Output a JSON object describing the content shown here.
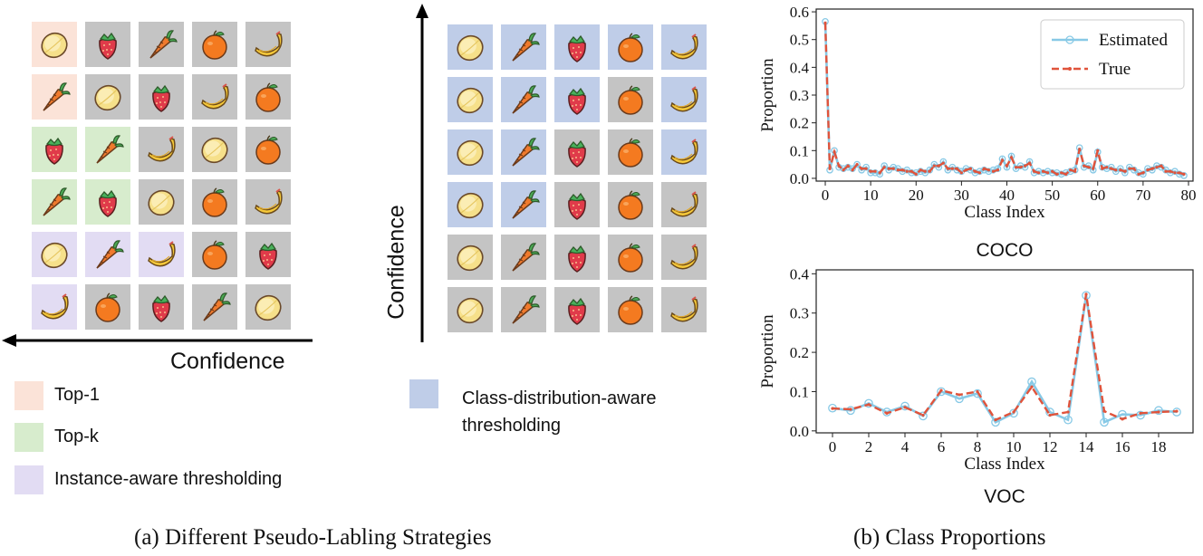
{
  "colors": {
    "gray": "#c4c4c4",
    "top1": "#fbe3d8",
    "topk": "#d7eccd",
    "instance": "#e2dcf3",
    "class_aware": "#bfcde8",
    "estimated": "#87c9e6",
    "true_line": "#e0533b"
  },
  "left_grid": {
    "rows": [
      [
        {
          "f": "lemon",
          "c": "top1"
        },
        {
          "f": "strawberry",
          "c": "gray"
        },
        {
          "f": "carrot",
          "c": "gray"
        },
        {
          "f": "orange",
          "c": "gray"
        },
        {
          "f": "banana",
          "c": "gray"
        }
      ],
      [
        {
          "f": "carrot",
          "c": "top1"
        },
        {
          "f": "lemon",
          "c": "gray"
        },
        {
          "f": "strawberry",
          "c": "gray"
        },
        {
          "f": "banana",
          "c": "gray"
        },
        {
          "f": "orange",
          "c": "gray"
        }
      ],
      [
        {
          "f": "strawberry",
          "c": "topk"
        },
        {
          "f": "carrot",
          "c": "topk"
        },
        {
          "f": "banana",
          "c": "gray"
        },
        {
          "f": "lemon",
          "c": "gray"
        },
        {
          "f": "orange",
          "c": "gray"
        }
      ],
      [
        {
          "f": "carrot",
          "c": "topk"
        },
        {
          "f": "strawberry",
          "c": "topk"
        },
        {
          "f": "lemon",
          "c": "gray"
        },
        {
          "f": "orange",
          "c": "gray"
        },
        {
          "f": "banana",
          "c": "gray"
        }
      ],
      [
        {
          "f": "lemon",
          "c": "instance"
        },
        {
          "f": "carrot",
          "c": "instance"
        },
        {
          "f": "banana",
          "c": "instance"
        },
        {
          "f": "orange",
          "c": "gray"
        },
        {
          "f": "strawberry",
          "c": "gray"
        }
      ],
      [
        {
          "f": "banana",
          "c": "instance"
        },
        {
          "f": "orange",
          "c": "gray"
        },
        {
          "f": "strawberry",
          "c": "gray"
        },
        {
          "f": "carrot",
          "c": "gray"
        },
        {
          "f": "lemon",
          "c": "gray"
        }
      ]
    ],
    "axis_label": "Confidence"
  },
  "right_grid": {
    "rows": [
      [
        {
          "f": "lemon",
          "c": "class_aware"
        },
        {
          "f": "carrot",
          "c": "class_aware"
        },
        {
          "f": "strawberry",
          "c": "class_aware"
        },
        {
          "f": "orange",
          "c": "class_aware"
        },
        {
          "f": "banana",
          "c": "class_aware"
        }
      ],
      [
        {
          "f": "lemon",
          "c": "class_aware"
        },
        {
          "f": "carrot",
          "c": "class_aware"
        },
        {
          "f": "strawberry",
          "c": "class_aware"
        },
        {
          "f": "orange",
          "c": "gray"
        },
        {
          "f": "banana",
          "c": "class_aware"
        }
      ],
      [
        {
          "f": "lemon",
          "c": "class_aware"
        },
        {
          "f": "carrot",
          "c": "class_aware"
        },
        {
          "f": "strawberry",
          "c": "gray"
        },
        {
          "f": "orange",
          "c": "gray"
        },
        {
          "f": "banana",
          "c": "class_aware"
        }
      ],
      [
        {
          "f": "lemon",
          "c": "class_aware"
        },
        {
          "f": "carrot",
          "c": "class_aware"
        },
        {
          "f": "strawberry",
          "c": "gray"
        },
        {
          "f": "orange",
          "c": "gray"
        },
        {
          "f": "banana",
          "c": "gray"
        }
      ],
      [
        {
          "f": "lemon",
          "c": "gray"
        },
        {
          "f": "carrot",
          "c": "gray"
        },
        {
          "f": "strawberry",
          "c": "gray"
        },
        {
          "f": "orange",
          "c": "gray"
        },
        {
          "f": "banana",
          "c": "gray"
        }
      ],
      [
        {
          "f": "lemon",
          "c": "gray"
        },
        {
          "f": "carrot",
          "c": "gray"
        },
        {
          "f": "strawberry",
          "c": "gray"
        },
        {
          "f": "orange",
          "c": "gray"
        },
        {
          "f": "banana",
          "c": "gray"
        }
      ]
    ],
    "axis_label": "Confidence"
  },
  "legend": {
    "top1": "Top-1",
    "topk": "Top-k",
    "instance": "Instance-aware thresholding",
    "class_aware_line1": "Class-distribution-aware",
    "class_aware_line2": "thresholding"
  },
  "captions": {
    "a": "(a)  Different Pseudo-Labling Strategies",
    "b": "(b)  Class Proportions"
  },
  "chart_data": [
    {
      "type": "line",
      "title": "COCO",
      "xlabel": "Class Index",
      "ylabel": "Proportion",
      "xlim": [
        -2,
        81
      ],
      "ylim": [
        -0.01,
        0.61
      ],
      "xticks": [
        0,
        10,
        20,
        30,
        40,
        50,
        60,
        70,
        80
      ],
      "yticks": [
        0.0,
        0.1,
        0.2,
        0.3,
        0.4,
        0.5,
        0.6
      ],
      "ytick_labels": [
        "0.0",
        "0.1",
        "0.2",
        "0.3",
        "0.4",
        "0.5",
        "0.6"
      ],
      "legend_position": "top-right",
      "x": [
        0,
        1,
        2,
        3,
        4,
        5,
        6,
        7,
        8,
        9,
        10,
        11,
        12,
        13,
        14,
        15,
        16,
        17,
        18,
        19,
        20,
        21,
        22,
        23,
        24,
        25,
        26,
        27,
        28,
        29,
        30,
        31,
        32,
        33,
        34,
        35,
        36,
        37,
        38,
        39,
        40,
        41,
        42,
        43,
        44,
        45,
        46,
        47,
        48,
        49,
        50,
        51,
        52,
        53,
        54,
        55,
        56,
        57,
        58,
        59,
        60,
        61,
        62,
        63,
        64,
        65,
        66,
        67,
        68,
        69,
        70,
        71,
        72,
        73,
        74,
        75,
        76,
        77,
        78,
        79
      ],
      "series": [
        {
          "name": "Estimated",
          "values": [
            0.565,
            0.03,
            0.1,
            0.04,
            0.035,
            0.04,
            0.035,
            0.05,
            0.03,
            0.04,
            0.02,
            0.02,
            0.015,
            0.045,
            0.03,
            0.04,
            0.035,
            0.025,
            0.03,
            0.02,
            0.02,
            0.025,
            0.02,
            0.03,
            0.05,
            0.04,
            0.06,
            0.03,
            0.04,
            0.03,
            0.025,
            0.035,
            0.03,
            0.02,
            0.025,
            0.03,
            0.025,
            0.03,
            0.035,
            0.07,
            0.04,
            0.08,
            0.035,
            0.045,
            0.04,
            0.06,
            0.02,
            0.025,
            0.02,
            0.025,
            0.02,
            0.02,
            0.015,
            0.02,
            0.025,
            0.03,
            0.11,
            0.04,
            0.045,
            0.03,
            0.095,
            0.04,
            0.035,
            0.04,
            0.025,
            0.035,
            0.02,
            0.04,
            0.03,
            0.02,
            0.015,
            0.035,
            0.03,
            0.045,
            0.04,
            0.03,
            0.02,
            0.025,
            0.015,
            0.01
          ]
        },
        {
          "name": "True",
          "values": [
            0.56,
            0.035,
            0.095,
            0.045,
            0.03,
            0.045,
            0.03,
            0.05,
            0.035,
            0.035,
            0.025,
            0.025,
            0.02,
            0.04,
            0.035,
            0.035,
            0.03,
            0.03,
            0.025,
            0.025,
            0.015,
            0.03,
            0.025,
            0.025,
            0.045,
            0.045,
            0.055,
            0.035,
            0.035,
            0.035,
            0.02,
            0.03,
            0.035,
            0.025,
            0.02,
            0.035,
            0.03,
            0.025,
            0.03,
            0.065,
            0.045,
            0.075,
            0.04,
            0.04,
            0.045,
            0.055,
            0.025,
            0.02,
            0.025,
            0.02,
            0.025,
            0.015,
            0.02,
            0.015,
            0.03,
            0.025,
            0.105,
            0.045,
            0.04,
            0.035,
            0.1,
            0.035,
            0.04,
            0.035,
            0.03,
            0.03,
            0.025,
            0.035,
            0.035,
            0.015,
            0.02,
            0.03,
            0.035,
            0.04,
            0.045,
            0.025,
            0.025,
            0.02,
            0.02,
            0.015
          ]
        }
      ]
    },
    {
      "type": "line",
      "title": "VOC",
      "xlabel": "Class Index",
      "ylabel": "Proportion",
      "xlim": [
        -0.9,
        19.9
      ],
      "ylim": [
        -0.005,
        0.41
      ],
      "xticks": [
        0,
        2,
        4,
        6,
        8,
        10,
        12,
        14,
        16,
        18
      ],
      "yticks": [
        0.0,
        0.1,
        0.2,
        0.3,
        0.4
      ],
      "ytick_labels": [
        "0.0",
        "0.1",
        "0.2",
        "0.3",
        "0.4"
      ],
      "x": [
        0,
        1,
        2,
        3,
        4,
        5,
        6,
        7,
        8,
        9,
        10,
        11,
        12,
        13,
        14,
        15,
        16,
        17,
        18,
        19
      ],
      "series": [
        {
          "name": "Estimated",
          "values": [
            0.058,
            0.052,
            0.07,
            0.048,
            0.063,
            0.038,
            0.1,
            0.082,
            0.095,
            0.022,
            0.045,
            0.125,
            0.048,
            0.028,
            0.345,
            0.022,
            0.042,
            0.04,
            0.052,
            0.048
          ]
        },
        {
          "name": "True",
          "values": [
            0.057,
            0.055,
            0.067,
            0.045,
            0.06,
            0.04,
            0.103,
            0.092,
            0.1,
            0.028,
            0.048,
            0.112,
            0.04,
            0.048,
            0.348,
            0.05,
            0.03,
            0.045,
            0.048,
            0.05
          ]
        }
      ]
    }
  ]
}
